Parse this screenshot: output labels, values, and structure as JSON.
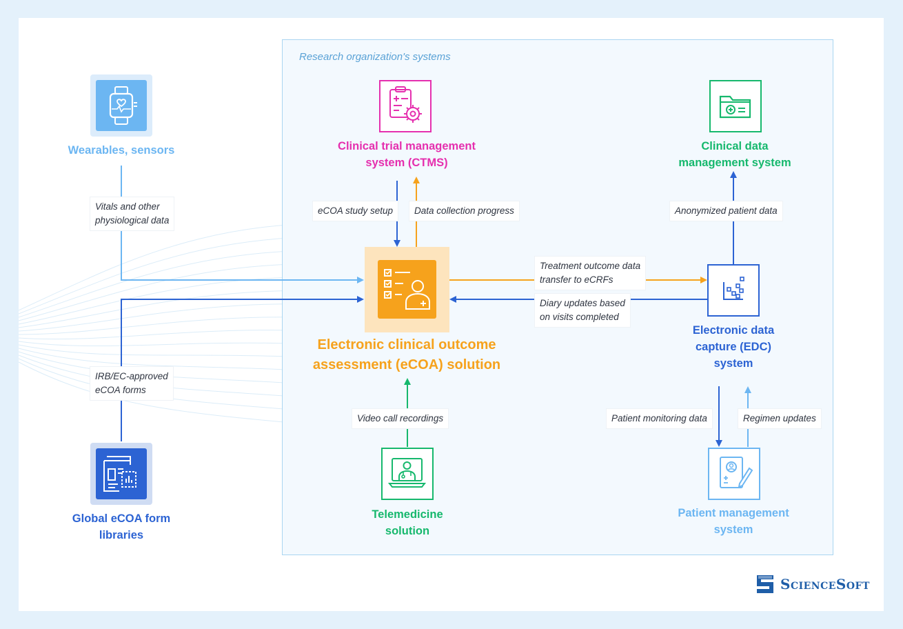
{
  "region": {
    "title": "Research organization's systems"
  },
  "nodes": {
    "wearables": {
      "lines": [
        "Wearables, sensors"
      ],
      "color": "#6cb6f2",
      "icon": "smartwatch-icon"
    },
    "ctms": {
      "lines": [
        "Clinical trial management",
        "system (CTMS)"
      ],
      "color": "#e52fae",
      "icon": "clipboard-gear-icon"
    },
    "cdms": {
      "lines": [
        "Clinical data",
        "management system"
      ],
      "color": "#16b86d",
      "icon": "folder-plus-icon"
    },
    "ecoa": {
      "lines": [
        "Electronic clinical outcome",
        "assessment (eCOA) solution"
      ],
      "color": "#f6a21c",
      "icon": "checklist-doctor-icon"
    },
    "edc": {
      "lines": [
        "Electronic data",
        "capture (EDC)",
        "system"
      ],
      "color": "#2c63d3",
      "icon": "data-capture-icon"
    },
    "libraries": {
      "lines": [
        "Global eCOA form",
        "libraries"
      ],
      "color": "#2c63d3",
      "icon": "form-library-icon"
    },
    "telemedicine": {
      "lines": [
        "Telemedicine",
        "solution"
      ],
      "color": "#16b86d",
      "icon": "telemedicine-icon"
    },
    "pms": {
      "lines": [
        "Patient management",
        "system"
      ],
      "color": "#6cb6f2",
      "icon": "patient-record-icon"
    }
  },
  "flows": {
    "vitals": [
      "Vitals and other",
      "physiological data"
    ],
    "study_setup": [
      "eCOA study setup"
    ],
    "collection_progress": [
      "Data collection progress"
    ],
    "anonymized": [
      "Anonymized patient data"
    ],
    "treatment": [
      "Treatment outcome data",
      "transfer to eCRFs"
    ],
    "diary": [
      "Diary updates based",
      "on visits completed"
    ],
    "irb": [
      "IRB/EC-approved",
      "eCOA forms"
    ],
    "video": [
      "Video call recordings"
    ],
    "monitoring": [
      "Patient monitoring data"
    ],
    "regimen": [
      "Regimen updates"
    ]
  },
  "brand": {
    "name": "ScienceSoft",
    "color": "#1f5ea8"
  }
}
